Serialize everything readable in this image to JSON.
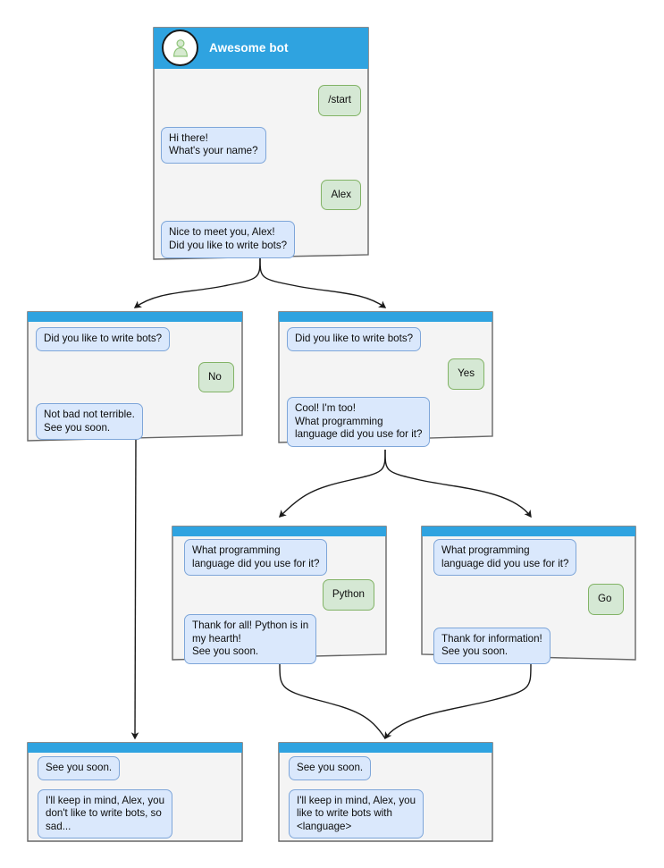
{
  "theme": {
    "header_blue": "#2fa3e0",
    "card_bg": "#f4f4f4",
    "card_border": "#666666",
    "bot_bubble_bg": "#dae8fc",
    "bot_bubble_border": "#7ea6d9",
    "user_bubble_bg": "#d5e8d4",
    "user_bubble_border": "#82b366",
    "edge_color": "#1a1a1a",
    "avatar_fill": "#a9d18e"
  },
  "nodes": {
    "root": {
      "title": "Awesome bot",
      "avatar_icon": "person-avatar-icon",
      "messages": [
        {
          "from": "user",
          "text": "/start"
        },
        {
          "from": "bot",
          "text": "Hi there!\nWhat's your name?"
        },
        {
          "from": "user",
          "text": "Alex"
        },
        {
          "from": "bot",
          "text": "Nice to meet you, Alex!\nDid you like to write bots?"
        }
      ]
    },
    "no_branch": {
      "messages": [
        {
          "from": "bot",
          "text": "Did you like to write bots?"
        },
        {
          "from": "user",
          "text": "No"
        },
        {
          "from": "bot",
          "text": "Not bad not terrible.\nSee you soon."
        }
      ]
    },
    "yes_branch": {
      "messages": [
        {
          "from": "bot",
          "text": "Did you like to write bots?"
        },
        {
          "from": "user",
          "text": "Yes"
        },
        {
          "from": "bot",
          "text": "Cool! I'm too!\nWhat programming\nlanguage did you use for it?"
        }
      ]
    },
    "python_branch": {
      "messages": [
        {
          "from": "bot",
          "text": "What programming\nlanguage did you use for it?"
        },
        {
          "from": "user",
          "text": "Python"
        },
        {
          "from": "bot",
          "text": "Thank for all! Python is in\nmy hearth!\nSee you soon."
        }
      ]
    },
    "go_branch": {
      "messages": [
        {
          "from": "bot",
          "text": "What programming\nlanguage did you use for it?"
        },
        {
          "from": "user",
          "text": "Go"
        },
        {
          "from": "bot",
          "text": "Thank for information!\nSee you soon."
        }
      ]
    },
    "end_sad": {
      "messages": [
        {
          "from": "bot",
          "text": "See you soon."
        },
        {
          "from": "bot",
          "text": "I'll keep in mind, Alex, you\ndon't like to write bots, so\nsad..."
        }
      ]
    },
    "end_happy": {
      "messages": [
        {
          "from": "bot",
          "text": "See you soon."
        },
        {
          "from": "bot",
          "text": "I'll keep in mind, Alex, you\nlike to write bots with\n<language>"
        }
      ]
    }
  }
}
